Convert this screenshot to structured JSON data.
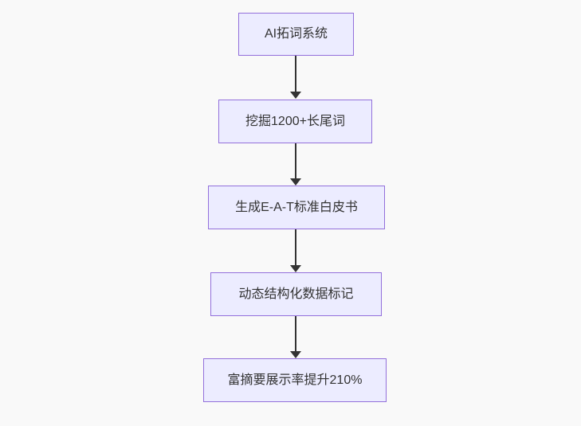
{
  "page": {
    "background_color": "#f9f9f9"
  },
  "flowchart": {
    "type": "vertical-flowchart",
    "node_fill_color": "#ECECFF",
    "node_border_color": "#9370DB",
    "text_color": "#333333",
    "arrow_color": "#333333",
    "nodes": [
      {
        "id": "n1",
        "label": "AI拓词系统"
      },
      {
        "id": "n2",
        "label": "挖掘1200+长尾词"
      },
      {
        "id": "n3",
        "label": "生成E-A-T标准白皮书"
      },
      {
        "id": "n4",
        "label": "动态结构化数据标记"
      },
      {
        "id": "n5",
        "label": "富摘要展示率提升210%"
      }
    ],
    "edges": [
      {
        "from": "n1",
        "to": "n2"
      },
      {
        "from": "n2",
        "to": "n3"
      },
      {
        "from": "n3",
        "to": "n4"
      },
      {
        "from": "n4",
        "to": "n5"
      }
    ]
  }
}
